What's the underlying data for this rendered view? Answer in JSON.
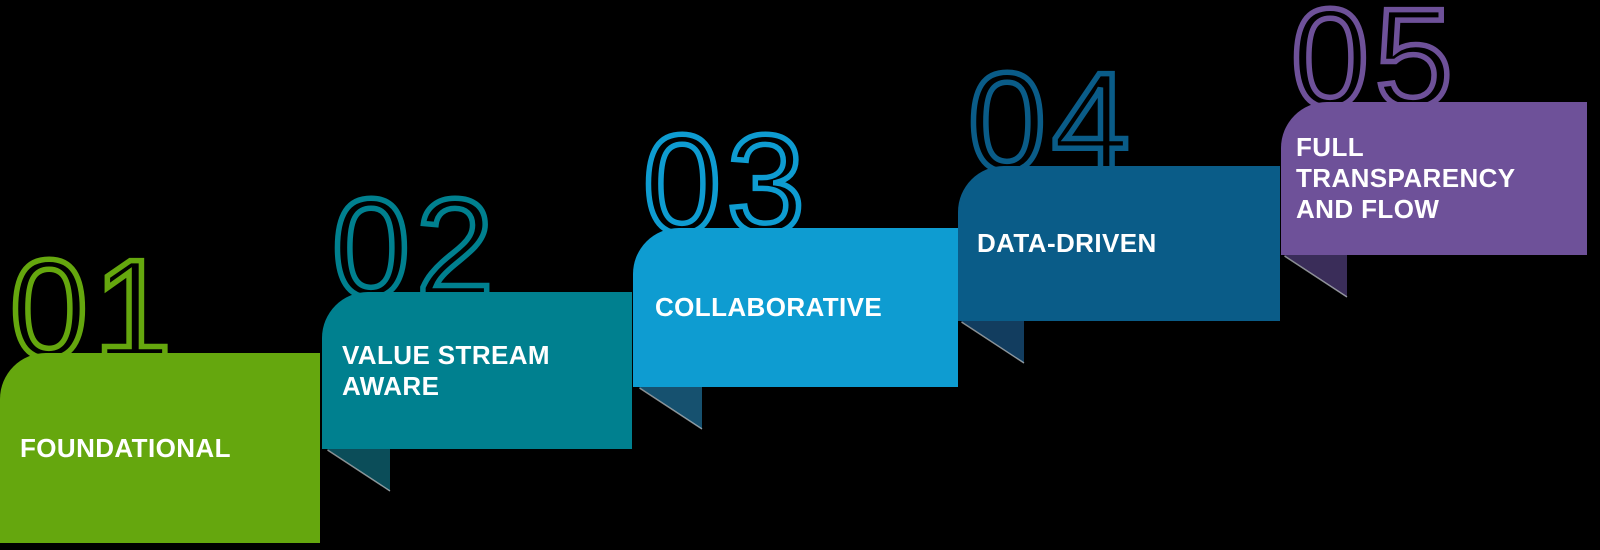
{
  "background_color": "#000000",
  "text_color": "#FFFFFF",
  "steps": [
    {
      "number": "01",
      "label": "FOUNDATIONAL",
      "color": "#65A70E",
      "tail_color": null
    },
    {
      "number": "02",
      "label": "VALUE STREAM\nAWARE",
      "color": "#00808F",
      "tail_color": "#0B4D59"
    },
    {
      "number": "03",
      "label": "COLLABORATIVE",
      "color": "#0E9CD1",
      "tail_color": "#16516F"
    },
    {
      "number": "04",
      "label": "DATA-DRIVEN",
      "color": "#0A5C88",
      "tail_color": "#123D5F"
    },
    {
      "number": "05",
      "label": "FULL TRANSPARENCY\nAND FLOW",
      "color": "#6E5199",
      "tail_color": "#3A2D59"
    }
  ]
}
